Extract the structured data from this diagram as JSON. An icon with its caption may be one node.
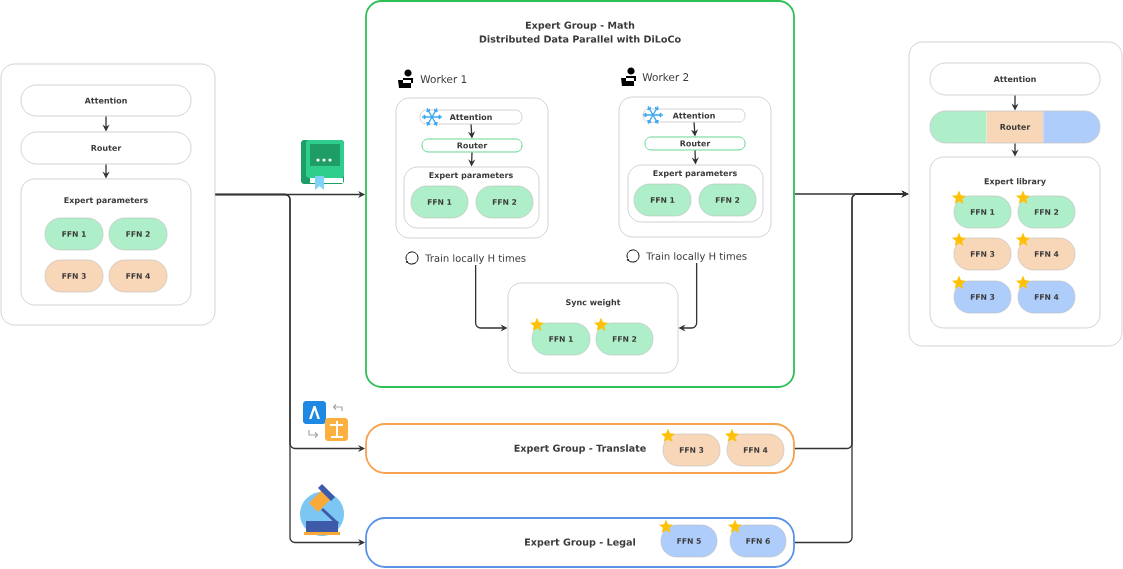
{
  "diagram": {
    "nodes": [
      {
        "text": [],
        "shape": "box"
      },
      {
        "text": [
          "Attention"
        ],
        "in": 0
      },
      {
        "text": [
          "Router"
        ],
        "in": 0
      },
      {
        "text": [
          "Expert parameters"
        ],
        "in": 0
      },
      {
        "text": [
          "FFN 1"
        ],
        "in": 3
      },
      {
        "text": [
          "FFN 2"
        ],
        "in": 3
      },
      {
        "text": [
          "FFN 3"
        ],
        "in": 3
      },
      {
        "text": [
          "FFN 4"
        ],
        "in": 3
      },
      {
        "text": [
          "Expert Group - Math",
          "Distributed Data Parallel with DiLoCo"
        ]
      },
      {
        "text": [
          "Worker 1"
        ],
        "in": 8,
        "beside": [
          "Train locally H times"
        ]
      },
      {
        "text": [
          "Attention"
        ],
        "in": 9
      },
      {
        "text": [
          "Router"
        ],
        "in": 9
      },
      {
        "text": [
          "Expert parameters"
        ],
        "in": 9
      },
      {
        "text": [
          "FFN 1"
        ],
        "in": 12
      },
      {
        "text": [
          "FFN 2"
        ],
        "in": 12
      },
      {
        "text": [
          "Worker 2"
        ],
        "in": 8,
        "beside": [
          "Train locally H times"
        ]
      },
      {
        "text": [
          "Attention"
        ],
        "in": 15
      },
      {
        "text": [
          "Router"
        ],
        "in": 15
      },
      {
        "text": [
          "Expert parameters"
        ],
        "in": 15
      },
      {
        "text": [
          "FFN 1"
        ],
        "in": 18
      },
      {
        "text": [
          "FFN 2"
        ],
        "in": 18
      },
      {
        "text": [
          "Sync weight"
        ],
        "in": 8
      },
      {
        "text": [
          "FFN 1"
        ],
        "in": 21
      },
      {
        "text": [
          "FFN 2"
        ],
        "in": 21
      },
      {
        "text": [
          "Expert Group - Translate"
        ]
      },
      {
        "text": [
          "FFN 3"
        ],
        "in": 24
      },
      {
        "text": [
          "FFN 4"
        ],
        "in": 24
      },
      {
        "text": [
          "Expert Group - Legal"
        ]
      },
      {
        "text": [
          "FFN 5"
        ],
        "in": 27
      },
      {
        "text": [
          "FFN 6"
        ],
        "in": 27
      },
      {
        "text": [],
        "shape": "box"
      },
      {
        "text": [
          "Attention"
        ],
        "in": 30
      },
      {
        "text": [
          "Router"
        ],
        "in": 30
      },
      {
        "text": [
          "Expert library"
        ],
        "in": 30
      },
      {
        "text": [
          "FFN 1"
        ],
        "in": 33
      },
      {
        "text": [
          "FFN 2"
        ],
        "in": 33
      },
      {
        "text": [
          "FFN 3"
        ],
        "in": 33
      },
      {
        "text": [
          "FFN 4"
        ],
        "in": 33
      },
      {
        "text": [
          "FFN 3"
        ],
        "in": 33
      },
      {
        "text": [
          "FFN 4"
        ],
        "in": 33
      }
    ],
    "edges": [
      {
        "from": 1,
        "to": 2,
        "arrow": "to"
      },
      {
        "from": 2,
        "to": 3,
        "arrow": "to"
      },
      {
        "from": 10,
        "to": 11,
        "arrow": "to"
      },
      {
        "from": 11,
        "to": 12,
        "arrow": "to"
      },
      {
        "from": 16,
        "to": 17,
        "arrow": "to"
      },
      {
        "from": 17,
        "to": 18,
        "arrow": "to"
      },
      {
        "from": 9,
        "to": 21,
        "arrow": "to"
      },
      {
        "from": 15,
        "to": 21,
        "arrow": "to"
      },
      {
        "from": 0,
        "to": 8,
        "arrow": "to"
      },
      {
        "from": 0,
        "to": 24,
        "arrow": "to"
      },
      {
        "from": 0,
        "to": 27,
        "arrow": "to"
      },
      {
        "from": 8,
        "to": 30,
        "arrow": "to"
      },
      {
        "from": 24,
        "to": 30,
        "arrow": "to"
      },
      {
        "from": 27,
        "to": 30,
        "arrow": "to"
      },
      {
        "from": 31,
        "to": 32,
        "arrow": "to"
      },
      {
        "from": 32,
        "to": 33,
        "arrow": "to"
      }
    ]
  }
}
